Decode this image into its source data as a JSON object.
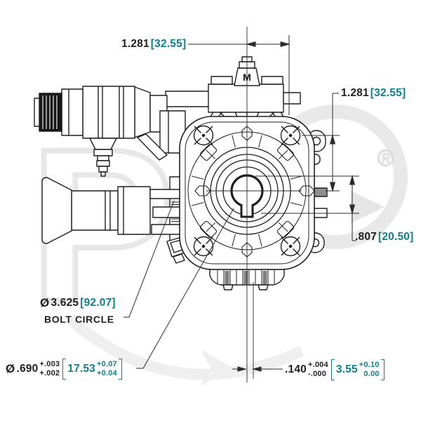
{
  "watermark": {
    "letter": "P",
    "registered": "®"
  },
  "pump": {
    "cap_marking": "M"
  },
  "dimensions": {
    "top_width": {
      "inch": "1.281",
      "metric": "[32.55]"
    },
    "right_height": {
      "inch": "1.281",
      "metric": "[32.55]"
    },
    "keyseat_depth": {
      "inch": ".807",
      "metric": "[20.50]"
    },
    "bolt_circle": {
      "symbol": "Ø",
      "inch": "3.625",
      "metric": "[92.07]",
      "label": "BOLT CIRCLE"
    },
    "shaft_bore": {
      "symbol": "Ø",
      "inch": ".690",
      "inch_tol_upper": "+.003",
      "inch_tol_lower": "+.002",
      "metric": "17.53",
      "metric_tol_upper": "+0.07",
      "metric_tol_lower": "+0.04"
    },
    "flange_standoff": {
      "inch": ".140",
      "inch_tol_upper": "+.004",
      "inch_tol_lower": "-.000",
      "metric": "3.55",
      "metric_tol_upper": "+0.10",
      "metric_tol_lower": "0.00"
    }
  },
  "colors": {
    "line": "#1f1f1f",
    "inch_text": "#231f20",
    "metric_text": "#0e7f91",
    "watermark": "#e4e4e4"
  }
}
